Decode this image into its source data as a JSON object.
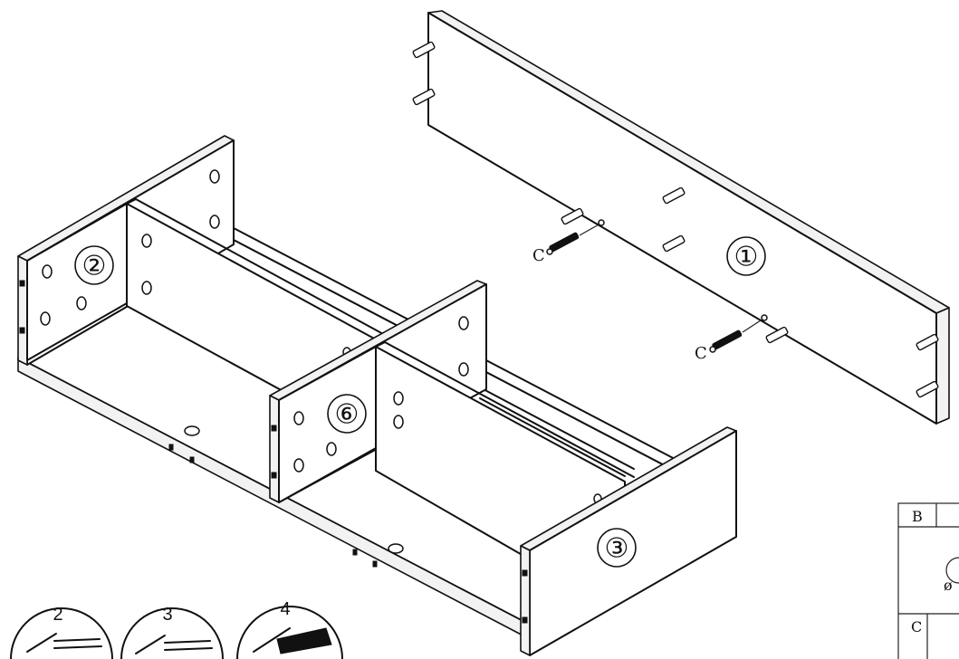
{
  "parts": {
    "back_panel": "①",
    "left_section_side": "②",
    "middle_divider": "⑥",
    "end_panel": "③"
  },
  "hardware_labels": {
    "cam_bolt_upper": "C",
    "cam_bolt_lower": "C"
  },
  "detail_steps": [
    "2",
    "3",
    "4"
  ],
  "table": {
    "row1_label": "B",
    "row2_label": "C",
    "partial_text": "ø"
  }
}
